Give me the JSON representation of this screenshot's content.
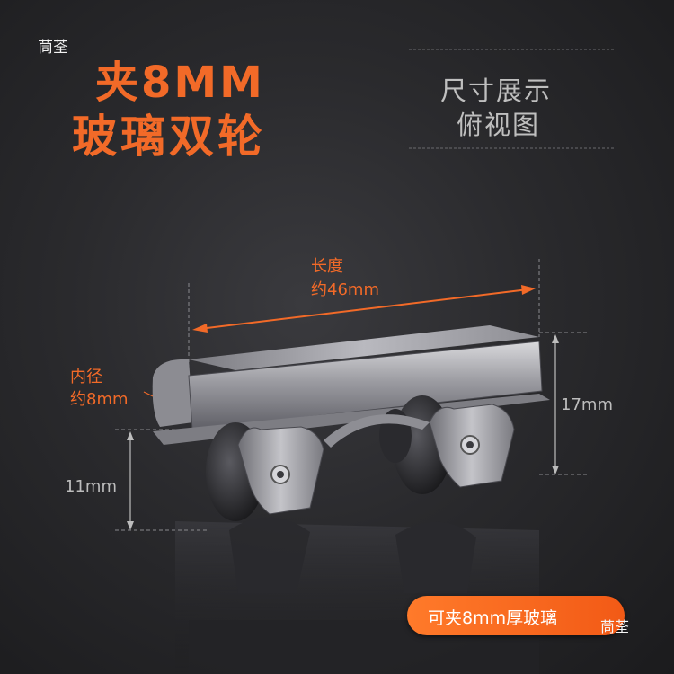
{
  "brand_top": "茼荃",
  "title": {
    "line1": "夹8MM",
    "line2": "玻璃双轮"
  },
  "view_label": {
    "line1": "尺寸展示",
    "line2": "俯视图"
  },
  "length": {
    "label": "长度",
    "value": "约46mm"
  },
  "inner_diameter": {
    "label": "内径",
    "value": "约8mm"
  },
  "height_total": "17mm",
  "height_wheel": "11mm",
  "badge": "可夹8mm厚玻璃",
  "brand_bottom": "茼荃",
  "colors": {
    "accent": "#f26a28",
    "background": "#2a2a2d",
    "dim_text": "#bdbdbd"
  },
  "icons": [
    "double-wheel-glass-clamp-roller"
  ]
}
